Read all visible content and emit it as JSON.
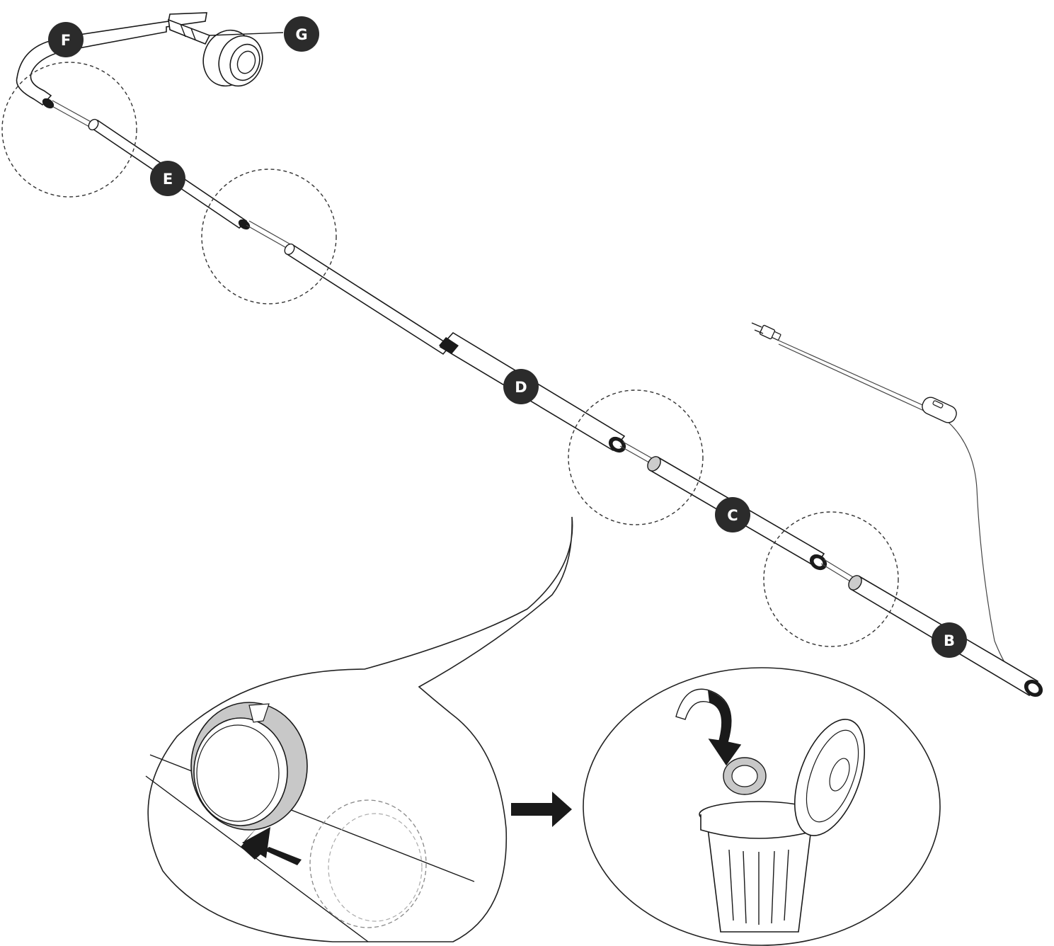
{
  "part_labels": [
    "B",
    "C",
    "D",
    "E",
    "F",
    "G"
  ],
  "colors": {
    "ink": "#1a1a1a",
    "badge_fill": "#2b2b2b",
    "badge_text": "#ffffff",
    "ring_fill": "#c8c8c8",
    "background": "#ffffff"
  },
  "icons": {
    "plug": "plug-icon",
    "switch": "inline-switch-icon",
    "socket": "lamp-socket-icon",
    "trash_can": "trash-can-icon",
    "arrow": "arrow-icon",
    "ring": "spacer-ring-icon"
  }
}
